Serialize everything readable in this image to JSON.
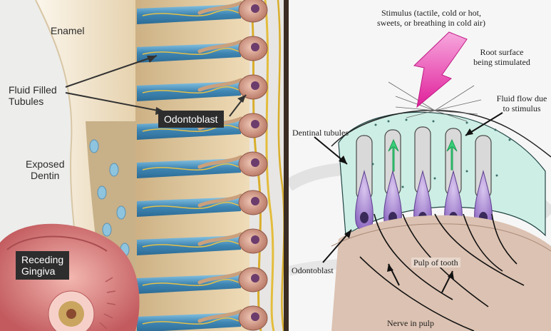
{
  "left_diagram": {
    "labels": {
      "enamel": "Enamel",
      "fluid_filled_tubules": [
        "Fluid Filled",
        "Tubules"
      ],
      "odontoblast": "Odontoblast",
      "exposed_dentin": [
        "Exposed",
        "Dentin"
      ],
      "receding_gingiva": [
        "Receding",
        "Gingiva"
      ]
    },
    "colors": {
      "enamel": "#f0e2c8",
      "dentin": "#e8d3ac",
      "tubule": "#5fa3c7",
      "odontoblast": "#c98f80",
      "nerve": "#e0b838",
      "gingiva": "#d98080"
    }
  },
  "right_diagram": {
    "labels": {
      "stimulus": [
        "Stimulus (tactile, cold or hot,",
        "sweets, or breathing in cold air)"
      ],
      "root_surface": [
        "Root surface",
        "being stimulated"
      ],
      "fluid_flow": [
        "Fluid flow due",
        "to stimulus"
      ],
      "dentinal_tubules": "Dentinal tubules",
      "odontoblast": "Odontoblast",
      "pulp_of_tooth": "Pulp of tooth",
      "nerve_in_pulp": "Nerve in pulp"
    },
    "colors": {
      "stimulus_arrow": "#f040b8",
      "tooth_tissue": "#cfeee6",
      "odontoblast_cell": "#9a7cc8",
      "nucleus": "#3a2a5a",
      "pulp": "#d9bcaa",
      "fluid_arrow": "#39d07a"
    }
  }
}
